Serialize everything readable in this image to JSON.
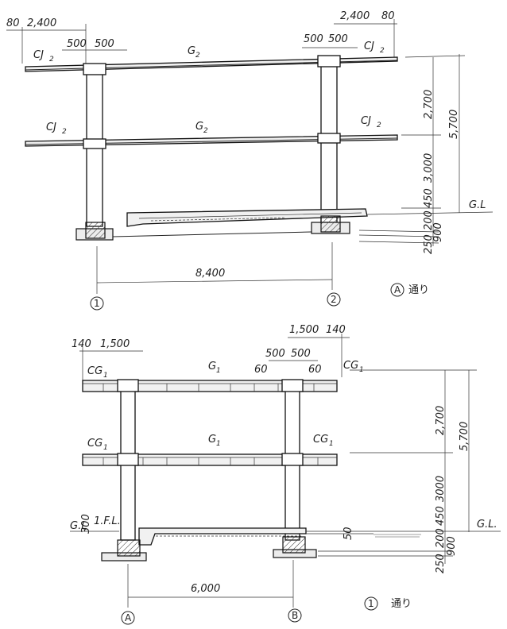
{
  "top": {
    "dims_top_left": [
      "80",
      "2,400"
    ],
    "dims_top_right": [
      "2,400",
      "80"
    ],
    "dims_col_left": [
      "500",
      "500"
    ],
    "dims_col_right": [
      "500",
      "500"
    ],
    "roof_labels": {
      "cj_left": "CJ",
      "cj_right": "CJ",
      "sub": "2",
      "girder": "G",
      "girder_sub": "2"
    },
    "mid_labels": {
      "cj_left": "CJ",
      "cj_right": "CJ",
      "sub": "2",
      "girder": "G",
      "girder_sub": "2"
    },
    "vertical_dims": [
      "2,700",
      "5,700",
      "3,000",
      "450",
      "200",
      "900",
      "250"
    ],
    "gl_label": "G.L",
    "span": "8,400",
    "axis_left": "1",
    "axis_right": "2",
    "section_mark": "A",
    "section_text": "通り"
  },
  "bottom": {
    "dims_top_left": [
      "140",
      "1,500"
    ],
    "dims_top_right": [
      "1,500",
      "140"
    ],
    "dims_col": [
      "500",
      "500"
    ],
    "dims_haunch": [
      "60",
      "60"
    ],
    "roof_labels": {
      "cg_left": "CG",
      "cg_right": "CG",
      "sub": "1",
      "girder": "G",
      "girder_sub": "1"
    },
    "mid_labels": {
      "cg_left": "CG",
      "cg_right": "CG",
      "sub": "1",
      "girder": "G",
      "girder_sub": "1"
    },
    "vertical_dims": [
      "2,700",
      "5,700",
      "3000",
      "450",
      "200",
      "900",
      "250"
    ],
    "left_dims": {
      "v300": "300",
      "gl": "G.L",
      "ifl": "1.F.L."
    },
    "dim_50": "50",
    "gl_label": "G.L.",
    "span": "6,000",
    "axis_left": "A",
    "axis_right": "B",
    "section_mark": "1",
    "section_text": "通り"
  }
}
